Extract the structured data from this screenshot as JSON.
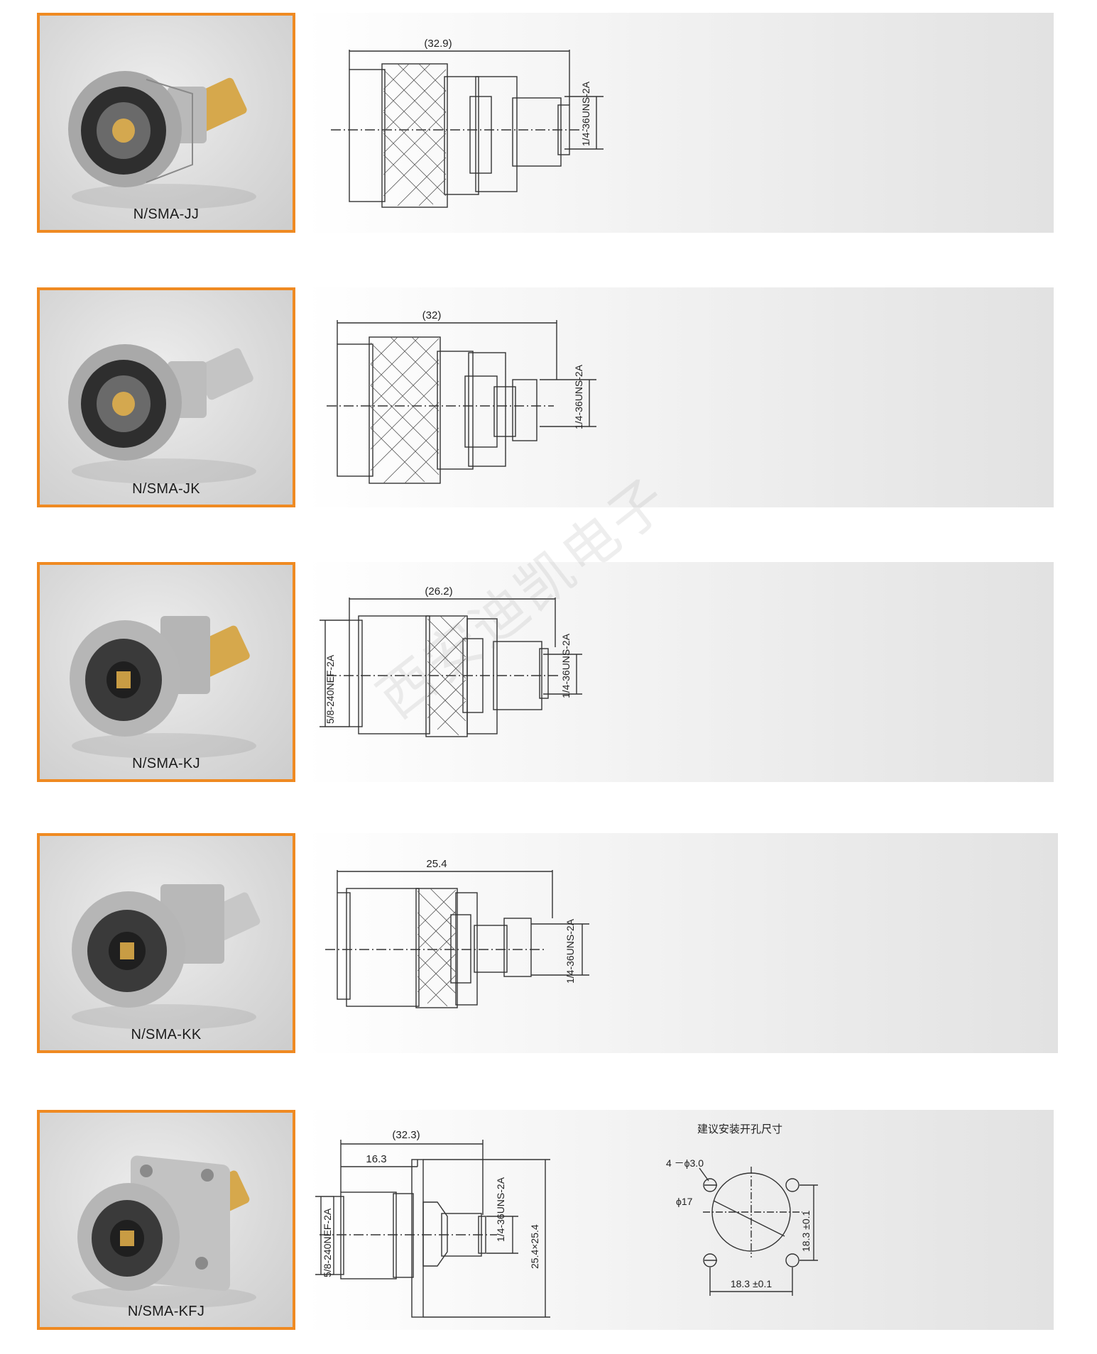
{
  "products": [
    {
      "caption": "N/SMA-JJ",
      "dimensions": {
        "length": "(32.9)",
        "thread": "1/4-36UNS-2A"
      }
    },
    {
      "caption": "N/SMA-JK",
      "dimensions": {
        "length": "(32)",
        "thread": "1/4-36UNS-2A"
      }
    },
    {
      "caption": "N/SMA-KJ",
      "dimensions": {
        "length": "(26.2)",
        "thread": "1/4-36UNS-2A",
        "thread_left": "5/8-240NEF-2A"
      }
    },
    {
      "caption": "N/SMA-KK",
      "dimensions": {
        "length": "25.4",
        "thread": "1/4-36UNS-2A"
      }
    },
    {
      "caption": "N/SMA-KFJ",
      "dimensions": {
        "length": "(32.3)",
        "sub_length": "16.3",
        "thread": "1/4-36UNS-2A",
        "thread_left": "5/8-240NEF-2A",
        "flange": "25.4×25.4"
      },
      "mounting": {
        "title": "建议安装开孔尺寸",
        "holes": "4 －ϕ3.0",
        "center": "ϕ17",
        "spacing_v": "18.3 ±0.1",
        "spacing_h": "18.3 ±0.1"
      }
    }
  ],
  "watermark": "西安迪凯电子",
  "colors": {
    "accent": "#ef8a22",
    "panel": "#e4e4e4",
    "line": "#333333"
  }
}
